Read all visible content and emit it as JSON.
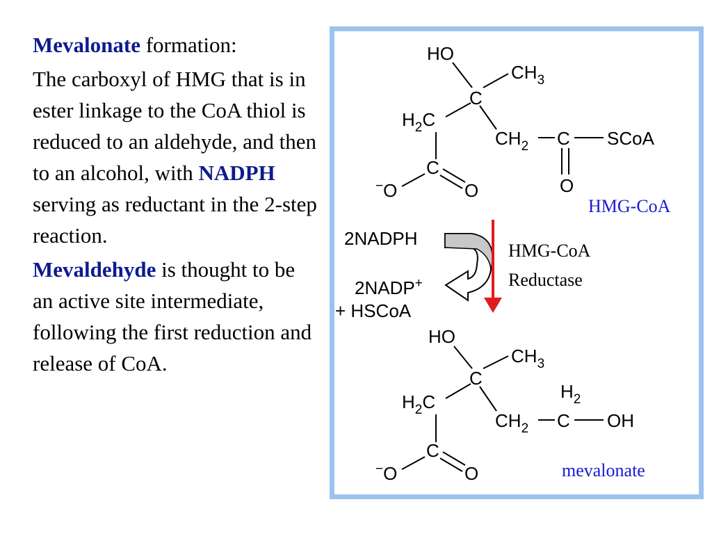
{
  "text": {
    "p1": {
      "keyword": "Mevalonate",
      "rest": " formation:"
    },
    "p2": {
      "before": "The carboxyl of HMG that is in ester linkage to the CoA thiol is reduced to an aldehyde, and then to an alcohol, with ",
      "keyword": "NADPH",
      "after": " serving as reductant in the 2-step reaction."
    },
    "p3": {
      "keyword": "Mevaldehyde",
      "rest": " is thought to be an active site intermediate, following the first reduction and release of CoA."
    }
  },
  "diagram": {
    "hmg": {
      "ho": "HO",
      "ch": "CH",
      "three": "3",
      "c": "C",
      "h": "H",
      "two": "2",
      "o": "O",
      "minus": "−",
      "scoa": "SCoA",
      "name": "HMG-CoA"
    },
    "cofactors": {
      "nadph": "2NADPH",
      "nadp": "2NADP",
      "plus": "+",
      "hscoa_prefix": "+ ",
      "hscoa": "HSCoA"
    },
    "enzyme": {
      "line1": "HMG-CoA",
      "line2": "Reductase"
    },
    "mev": {
      "ho": "HO",
      "ch": "CH",
      "three": "3",
      "c": "C",
      "h": "H",
      "two": "2",
      "o": "O",
      "minus": "−",
      "oh": "OH",
      "name": "mevalonate"
    },
    "colors": {
      "border": "#9cc3f0",
      "arrow": "#e11b1b",
      "label": "#1a1ad6",
      "keyword": "#0d1b8e",
      "curved_arrow": "#c8c8c8"
    }
  }
}
